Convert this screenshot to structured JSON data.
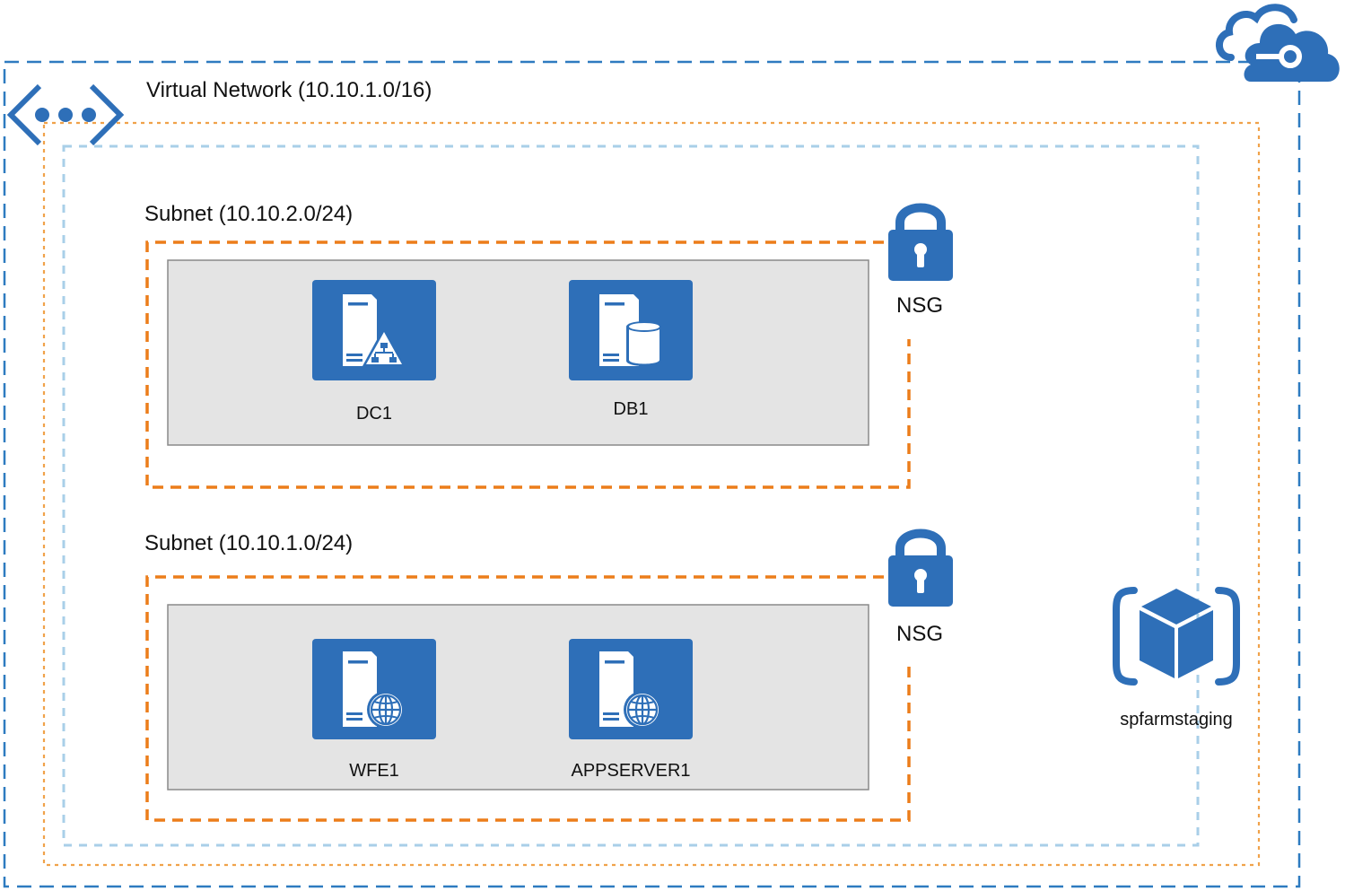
{
  "vnet": {
    "title": "Virtual Network (10.10.1.0/16)",
    "icon": "vnet-icon"
  },
  "cloud": {
    "icon": "azure-cloud-key-icon"
  },
  "subnets": [
    {
      "title": "Subnet (10.10.2.0/24)",
      "nsg": {
        "label": "NSG",
        "icon": "lock-icon"
      },
      "servers": [
        {
          "label": "DC1",
          "icon": "server-directory-icon"
        },
        {
          "label": "DB1",
          "icon": "server-database-icon"
        }
      ]
    },
    {
      "title": "Subnet (10.10.1.0/24)",
      "nsg": {
        "label": "NSG",
        "icon": "lock-icon"
      },
      "servers": [
        {
          "label": "WFE1",
          "icon": "server-web-icon"
        },
        {
          "label": "APPSERVER1",
          "icon": "server-web-icon"
        }
      ]
    }
  ],
  "resource_group": {
    "label": "spfarmstaging",
    "icon": "resource-group-cube-icon"
  },
  "colors": {
    "azure_blue": "#2e6fb8",
    "vnet_border": "#2e7bc0",
    "subnet_orange": "#ec7d1a",
    "dotted_orange": "#f0a24a",
    "light_blue_dotted": "#a9cfe8",
    "panel_gray": "#e4e4e4",
    "panel_border": "#8a8a8a"
  }
}
